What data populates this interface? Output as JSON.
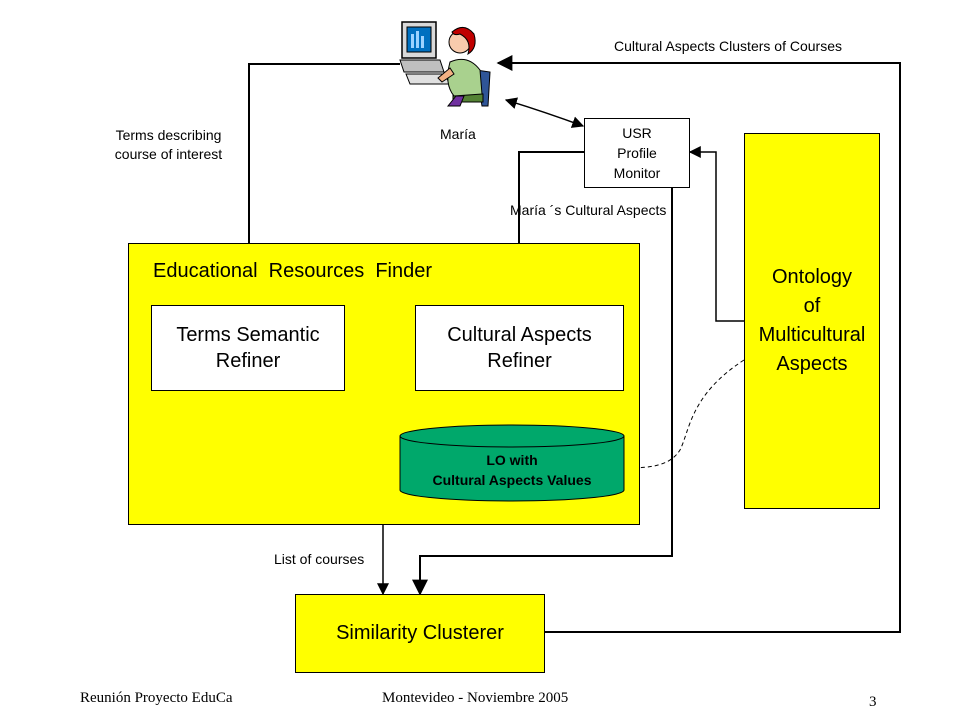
{
  "labels": {
    "clusters_of_courses": "Cultural Aspects Clusters of Courses",
    "terms_describing": "Terms describing\ncourse of interest",
    "maria": "María",
    "marias_cultural_aspects": "María ´s Cultural Aspects",
    "list_of_courses": "List of courses"
  },
  "boxes": {
    "usr_profile_monitor": "USR\nProfile\nMonitor",
    "educational_resources_finder": "Educational  Resources  Finder",
    "terms_semantic_refiner": "Terms Semantic\nRefiner",
    "cultural_aspects_refiner": "Cultural Aspects\nRefiner",
    "lo_database": "LO with\nCultural Aspects Values",
    "ontology": "Ontology\nof\nMulticultural\nAspects",
    "similarity_clusterer": "Similarity Clusterer"
  },
  "footer": {
    "left": "Reunión Proyecto EduCa",
    "center": "Montevideo - Noviembre 2005",
    "page_number": "3"
  },
  "icons": {
    "user": "user-at-computer-icon"
  },
  "colors": {
    "box_fill": "#ffff00",
    "database_fill": "#00a86b",
    "line": "#000000"
  }
}
